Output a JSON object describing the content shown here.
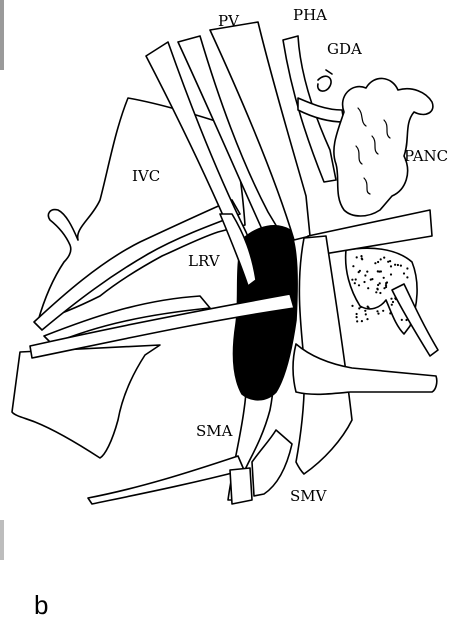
{
  "figure": {
    "panel_letter": "b",
    "labels": {
      "pv": "PV",
      "pha": "PHA",
      "gda": "GDA",
      "ivc": "IVC",
      "panc": "PANC",
      "lrv": "LRV",
      "sma": "SMA",
      "smv": "SMV"
    },
    "colors": {
      "line": "#000000",
      "fill": "#ffffff",
      "mass": "#000000"
    }
  }
}
